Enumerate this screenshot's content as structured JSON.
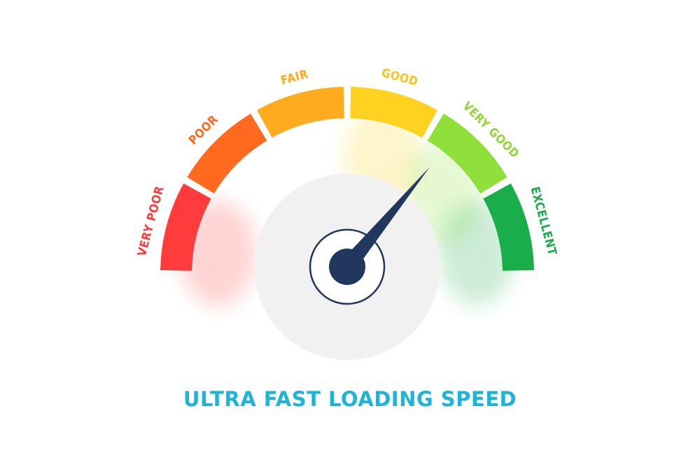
{
  "gauge": {
    "segments": [
      {
        "label": "VERY POOR",
        "color": "#ff3b3b"
      },
      {
        "label": "POOR",
        "color": "#ff6a1f"
      },
      {
        "label": "FAIR",
        "color": "#ffab1f"
      },
      {
        "label": "GOOD",
        "color": "#ffd21f"
      },
      {
        "label": "VERY GOOD",
        "color": "#8fe03a"
      },
      {
        "label": "EXCELLENT",
        "color": "#1aad4b"
      }
    ],
    "label_colors": [
      "#ff3b3b",
      "#ff6a1f",
      "#ffab1f",
      "#ffc21a",
      "#8fd636",
      "#1aad4b"
    ],
    "needle_color": "#21375e",
    "needle_level": 0.72
  },
  "caption": "ULTRA FAST LOADING SPEED"
}
